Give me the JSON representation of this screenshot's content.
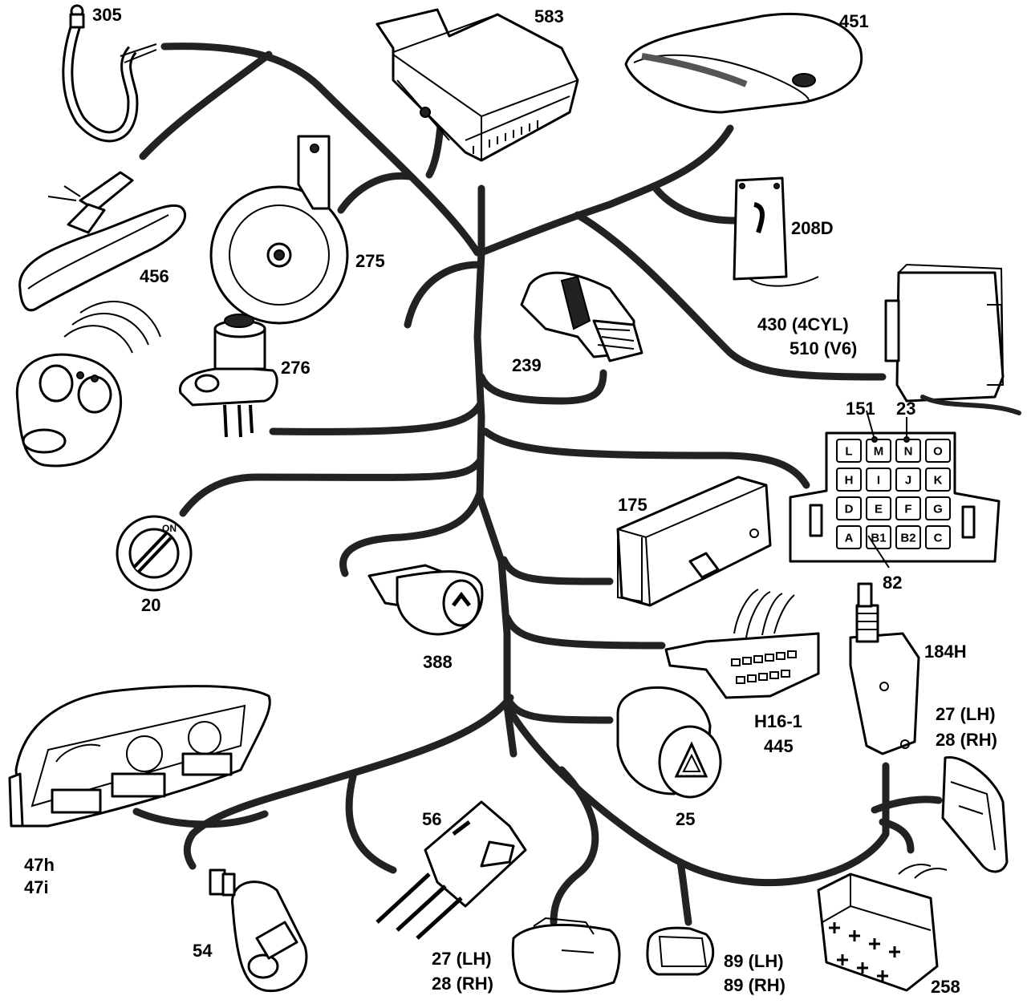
{
  "labels": {
    "c305": "305",
    "c583": "583",
    "c451": "451",
    "c456": "456",
    "c275": "275",
    "c208d": "208D",
    "c430": "430 (4CYL)",
    "c510": "510 (V6)",
    "c239": "239",
    "c276": "276",
    "c151": "151",
    "c23": "23",
    "c175": "175",
    "c82": "82",
    "c20": "20",
    "c388": "388",
    "c184h": "184H",
    "ch161": "H16-1",
    "c445": "445",
    "c27lh_a": "27 (LH)",
    "c28rh_a": "28 (RH)",
    "c25": "25",
    "c56": "56",
    "c47h": "47h",
    "c47i": "47i",
    "c54": "54",
    "c27lh_b": "27 (LH)",
    "c28rh_b": "28 (RH)",
    "c89lh": "89 (LH)",
    "c89rh": "89 (RH)",
    "c258": "258",
    "ignition_on": "ON"
  },
  "diagnostic_connector": {
    "row1": [
      "L",
      "M",
      "N",
      "O"
    ],
    "row2": [
      "H",
      "I",
      "J",
      "K"
    ],
    "row3": [
      "D",
      "E",
      "F",
      "G"
    ],
    "row4": [
      "A",
      "B1",
      "B2",
      "C"
    ]
  }
}
